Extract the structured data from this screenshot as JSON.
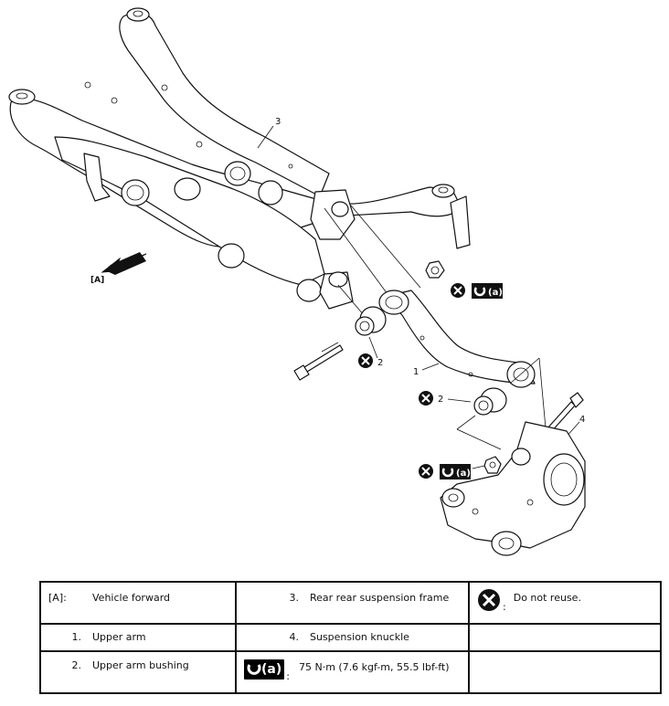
{
  "callouts": {
    "forward": "[A]",
    "frame": "3",
    "upper_arm": "1",
    "bushing_a": "2",
    "bushing_b": "2",
    "knuckle": "4",
    "torque_a": "(a)",
    "torque_b": "(a)"
  },
  "legend": {
    "rows": [
      [
        {
          "key": "[A]:",
          "value": "Vehicle forward"
        },
        {
          "key": "3.",
          "value": "Rear rear suspension frame"
        },
        {
          "key": ":",
          "value": "Do not reuse.",
          "icon": "do-not-reuse-icon"
        }
      ],
      [
        {
          "key": "1.",
          "value": "Upper arm"
        },
        {
          "key": "4.",
          "value": "Suspension knuckle"
        },
        {
          "key": "",
          "value": ""
        }
      ],
      [
        {
          "key": "2.",
          "value": "Upper arm bushing"
        },
        {
          "key": ":",
          "value": "75 N·m (7.6 kgf-m, 55.5 lbf-ft)",
          "icon": "torque-wrench-icon",
          "badge": "(a)"
        },
        {
          "key": "",
          "value": ""
        }
      ]
    ]
  }
}
